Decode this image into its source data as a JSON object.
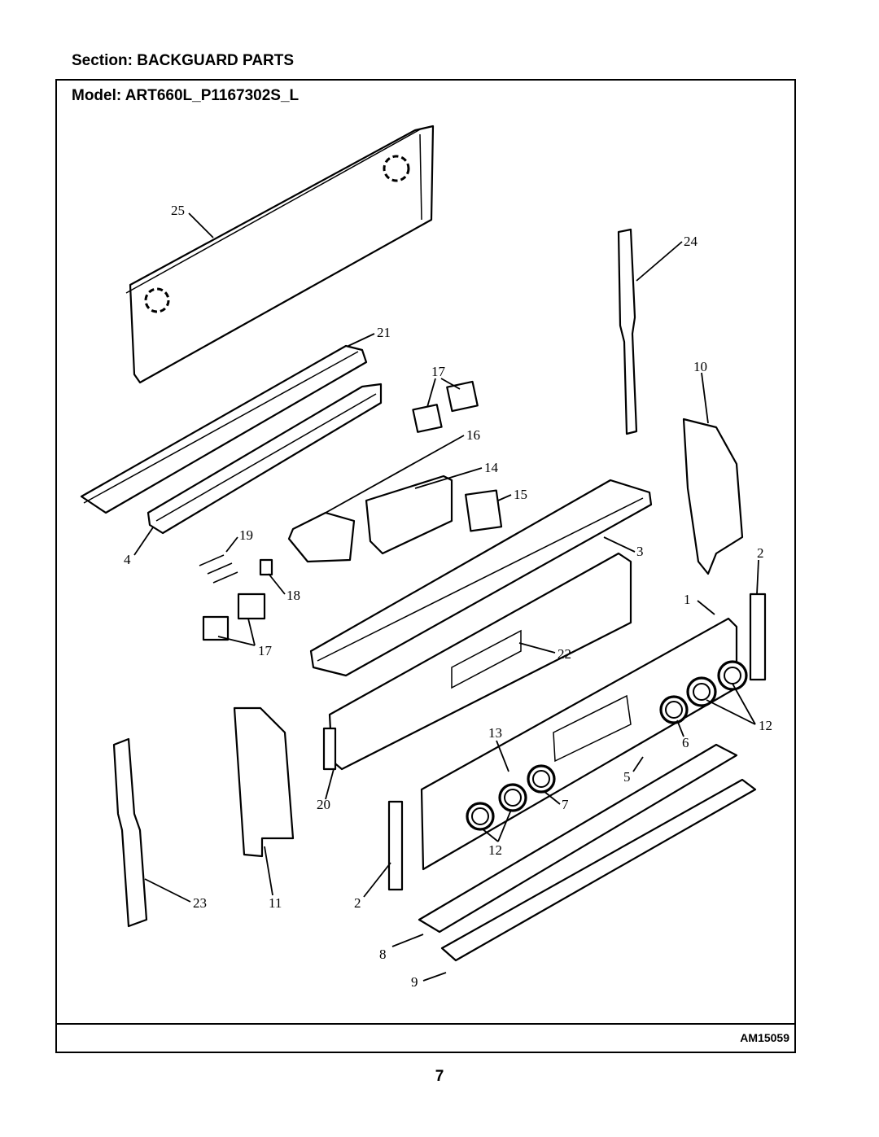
{
  "header": {
    "section": "Section:  BACKGUARD PARTS",
    "model": "Model:  ART660L_P1167302S_L"
  },
  "footer": {
    "drawing_code": "AM15059",
    "page_number": "7"
  },
  "diagram": {
    "callouts": [
      {
        "id": "25",
        "label": "25"
      },
      {
        "id": "24",
        "label": "24"
      },
      {
        "id": "21",
        "label": "21"
      },
      {
        "id": "17a",
        "label": "17"
      },
      {
        "id": "10",
        "label": "10"
      },
      {
        "id": "16",
        "label": "16"
      },
      {
        "id": "14",
        "label": "14"
      },
      {
        "id": "15",
        "label": "15"
      },
      {
        "id": "19",
        "label": "19"
      },
      {
        "id": "4",
        "label": "4"
      },
      {
        "id": "3",
        "label": "3"
      },
      {
        "id": "2a",
        "label": "2"
      },
      {
        "id": "18",
        "label": "18"
      },
      {
        "id": "1",
        "label": "1"
      },
      {
        "id": "17b",
        "label": "17"
      },
      {
        "id": "22",
        "label": "22"
      },
      {
        "id": "12a",
        "label": "12"
      },
      {
        "id": "13",
        "label": "13"
      },
      {
        "id": "6",
        "label": "6"
      },
      {
        "id": "5",
        "label": "5"
      },
      {
        "id": "7",
        "label": "7"
      },
      {
        "id": "20",
        "label": "20"
      },
      {
        "id": "12b",
        "label": "12"
      },
      {
        "id": "23",
        "label": "23"
      },
      {
        "id": "11",
        "label": "11"
      },
      {
        "id": "2b",
        "label": "2"
      },
      {
        "id": "8",
        "label": "8"
      },
      {
        "id": "9",
        "label": "9"
      }
    ]
  }
}
